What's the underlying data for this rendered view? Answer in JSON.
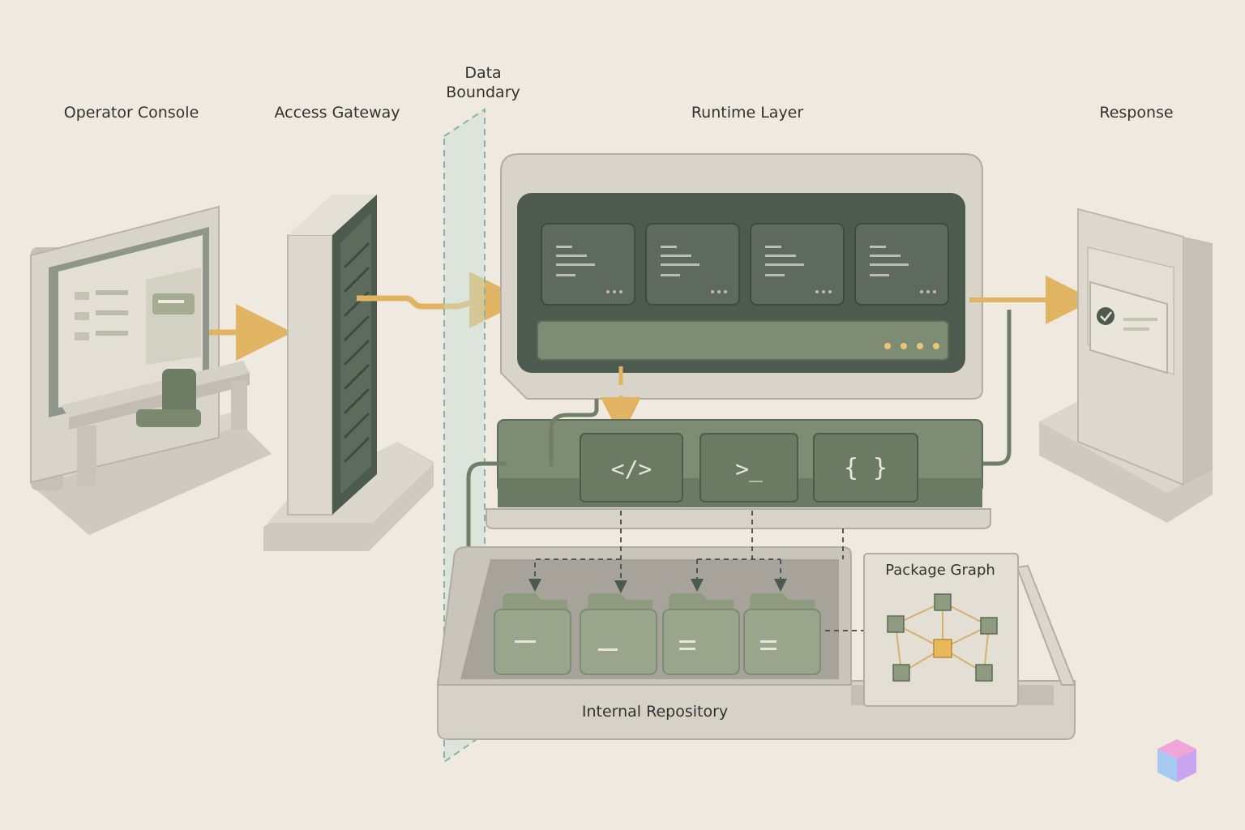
{
  "labels": {
    "operator_console": "Operator Console",
    "access_gateway": "Access Gateway",
    "data_boundary_line1": "Data",
    "data_boundary_line2": "Boundary",
    "runtime_layer": "Runtime Layer",
    "response": "Response",
    "package_graph": "Package Graph",
    "internal_repository": "Internal Repository"
  },
  "tools": {
    "code": "</>",
    "terminal": ">_",
    "braces": "{ }"
  },
  "colors": {
    "background": "#efe9df",
    "panel_light": "#dcd8ce",
    "panel_shadow": "#b9b5ab",
    "dark_green": "#4d5a4e",
    "mid_green": "#7d8c72",
    "sage": "#9aa68b",
    "accent_arrow": "#e0b462",
    "boundary": "#b9d6cf",
    "node_highlight": "#e8b85a"
  }
}
